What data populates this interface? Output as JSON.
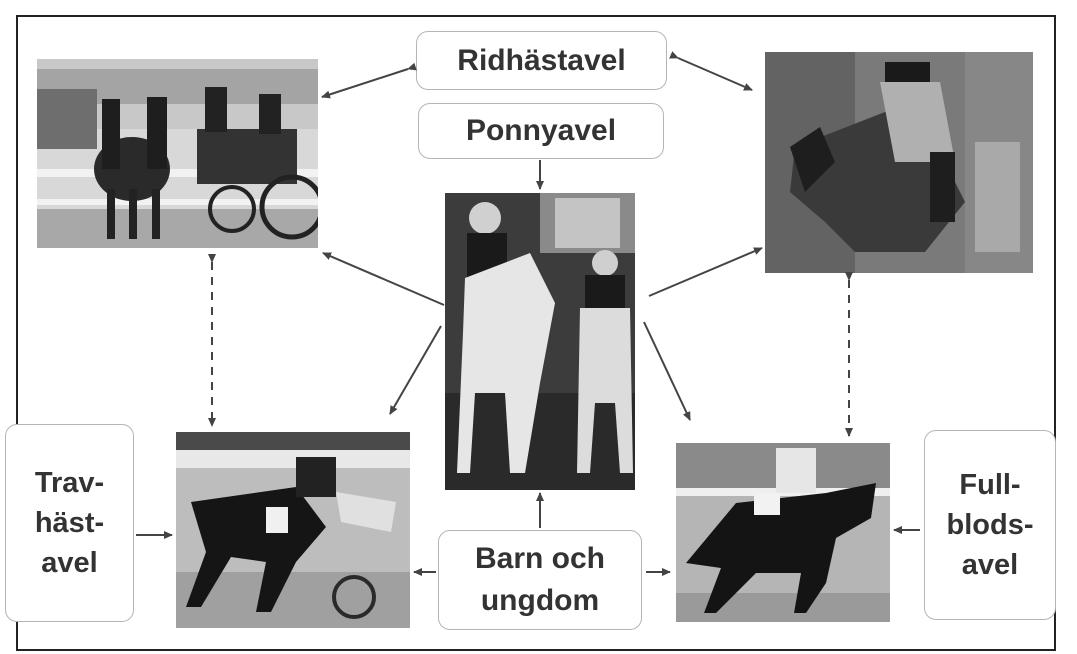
{
  "labels": {
    "ridhastavel": "Ridhästavel",
    "ponnyavel": "Ponnyavel",
    "barn_line1": "Barn och",
    "barn_line2": "ungdom",
    "trav_line1": "Trav-",
    "trav_line2": "häst-",
    "trav_line3": "avel",
    "full_line1": "Full-",
    "full_line2": "blods-",
    "full_line3": "avel"
  },
  "photos": {
    "carriage": "carriage-driving-photo",
    "show_jumping": "show-jumping-photo",
    "ponies": "children-on-ponies-photo",
    "trotting": "harness-racing-photo",
    "galloping": "thoroughbred-racing-photo"
  },
  "colors": {
    "arrow": "#444444",
    "box_border": "#b5b5b5",
    "text": "#333333"
  }
}
